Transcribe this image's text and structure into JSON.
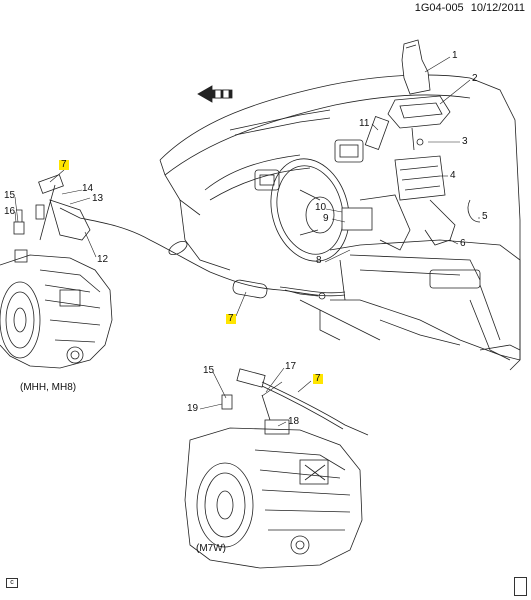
{
  "header": {
    "figure_id": "1G04-005",
    "date": "10/12/2011"
  },
  "variants": {
    "left": "(MHH, MH8)",
    "bottom": "(M7W)"
  },
  "callouts": {
    "c1": "1",
    "c2": "2",
    "c3": "3",
    "c4": "4",
    "c5": "5",
    "c6": "6",
    "c7a": "7",
    "c7b": "7",
    "c7c": "7",
    "c8": "8",
    "c9": "9",
    "c10": "10",
    "c11": "11",
    "c12": "12",
    "c13": "13",
    "c14": "14",
    "c15a": "15",
    "c15b": "15",
    "c16": "16",
    "c17": "17",
    "c18": "18",
    "c19": "19"
  },
  "corner_label": "c",
  "colors": {
    "line": "#222222",
    "highlight": "#ffe500"
  }
}
